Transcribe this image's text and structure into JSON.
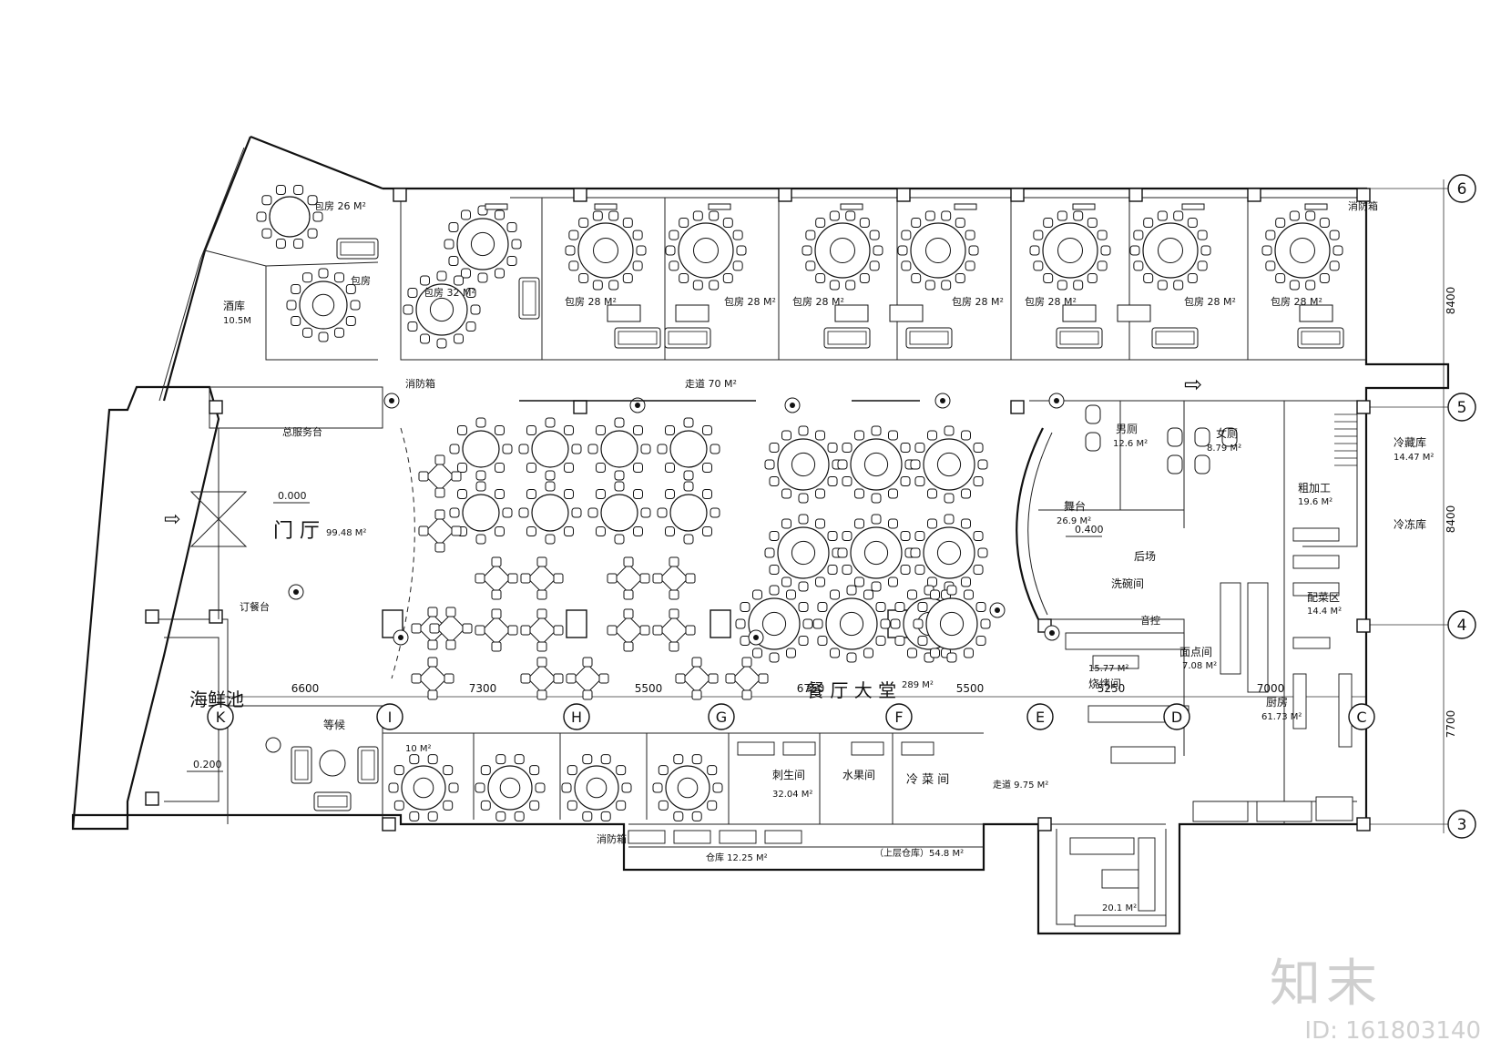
{
  "plan": {
    "grid_row_labels": [
      "6",
      "5",
      "4",
      "3"
    ],
    "grid_col_labels": [
      "K",
      "I",
      "H",
      "G",
      "F",
      "E",
      "D",
      "C"
    ],
    "row_dims": [
      "8400",
      "8400",
      "7700"
    ],
    "col_dims": [
      "6600",
      "7300",
      "5500",
      "6750",
      "5500",
      "5250",
      "7000"
    ],
    "elev": {
      "lobby": "0.000",
      "stage": "0.400",
      "seafood": "0.200"
    },
    "rooms": {
      "pr_26": "包房 26 M²",
      "pr_small": "包房",
      "wine": "酒库",
      "wine_area": "10.5M",
      "pr_32": "包房 32 M²",
      "pr_28": "包房 28 M²",
      "fire_box": "消防箱",
      "corridor": "走道 70 M²",
      "reception": "总服务台",
      "lobby": "门 厅",
      "lobby_area": "99.48 M²",
      "booking": "订餐台",
      "seafood": "海鲜池",
      "waiting": "等候",
      "pr_10": "10 M²",
      "hall": "餐 厅 大 堂",
      "hall_area": "289 M²",
      "stage": "舞台",
      "stage_area": "26.9 M²",
      "men_wc": "男厕",
      "men_wc_area": "12.6 M²",
      "women_wc": "女厕",
      "women_wc_area": "8.79 M²",
      "cold_store": "冷藏库",
      "cold_store_area": "14.47 M²",
      "rough": "粗加工",
      "rough_area": "19.6 M²",
      "freezer": "冷冻库",
      "backstage": "后场",
      "wash": "洗碗间",
      "av": "音控",
      "pastry": "面点间",
      "pastry_area": "7.08 M²",
      "roast": "烧烤间",
      "roast_area": "15.77 M²",
      "prep_area_lbl": "配菜区",
      "prep_area": "14.4 M²",
      "kitchen": "厨房",
      "kitchen_area": "61.73 M²",
      "raw": "刺生间",
      "raw_area": "32.04 M²",
      "fruit": "水果间",
      "cold_dish": "冷 菜 间",
      "walkway": "走道 9.75 M²",
      "storage": "仓库 12.25 M²",
      "upper_storage": "（上层仓库）54.8 M²",
      "storage2_area": "20.1 M²"
    }
  },
  "watermark": {
    "logo": "知末",
    "id": "ID: 161803140"
  }
}
